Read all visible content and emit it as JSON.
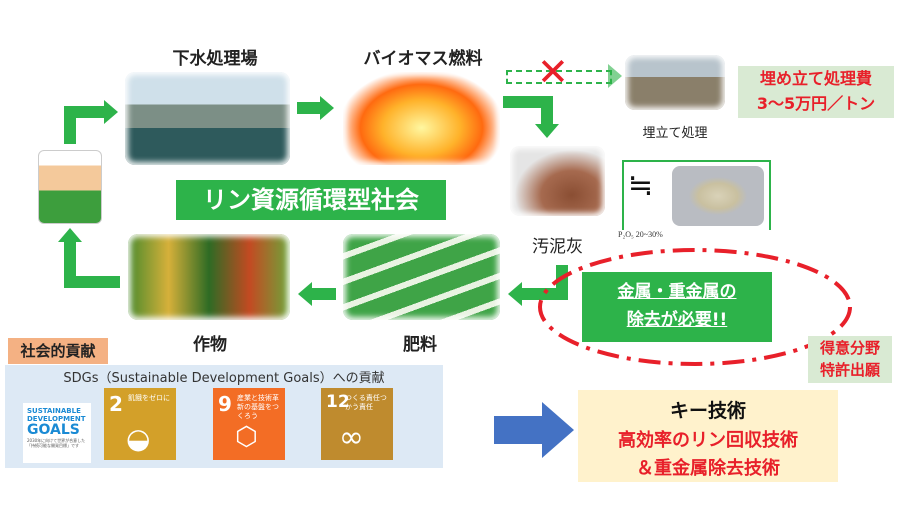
{
  "labels": {
    "sewage": "下水処理場",
    "biomass": "バイオマス燃料",
    "landfill": "埋立て処理",
    "ash": "汚泥灰",
    "crops": "作物",
    "fertilizer": "肥料"
  },
  "title": "リン資源循環型社会",
  "landfill_cost": {
    "line1": "埋め立て処理費",
    "line2": "3〜5万円／トン"
  },
  "approx_symbol": "≒",
  "p2o5": "P₂O₅ 20~30%",
  "removal": {
    "line1": "金属・重金属の",
    "line2": "除去が必要!!"
  },
  "expertise": {
    "line1": "得意分野",
    "line2": "特許出願"
  },
  "social": {
    "tag": "社会的貢献",
    "heading": "SDGs（Sustainable Development Goals）への貢献",
    "logo": {
      "line1": "SUSTAINABLE",
      "line2": "DEVELOPMENT",
      "line3": "GOALS",
      "note": "2030年に向けて世界が合意した「持続可能な開発目標」です"
    },
    "goals": [
      {
        "num": "2",
        "text": "飢餓をゼロに",
        "color": "#d3a029"
      },
      {
        "num": "9",
        "text": "産業と技術革新の基盤をつくろう",
        "color": "#f36d25"
      },
      {
        "num": "12",
        "text": "つくる責任つかう責任",
        "color": "#bf8b2e"
      }
    ]
  },
  "key_tech": {
    "title": "キー技術",
    "line1": "高効率のリン回収技術",
    "line2": "＆重金属除去技術"
  },
  "colors": {
    "green": "#2db34a",
    "red": "#e8202a",
    "keybg": "#fff2cc",
    "sdgbg": "#dde9f5"
  }
}
